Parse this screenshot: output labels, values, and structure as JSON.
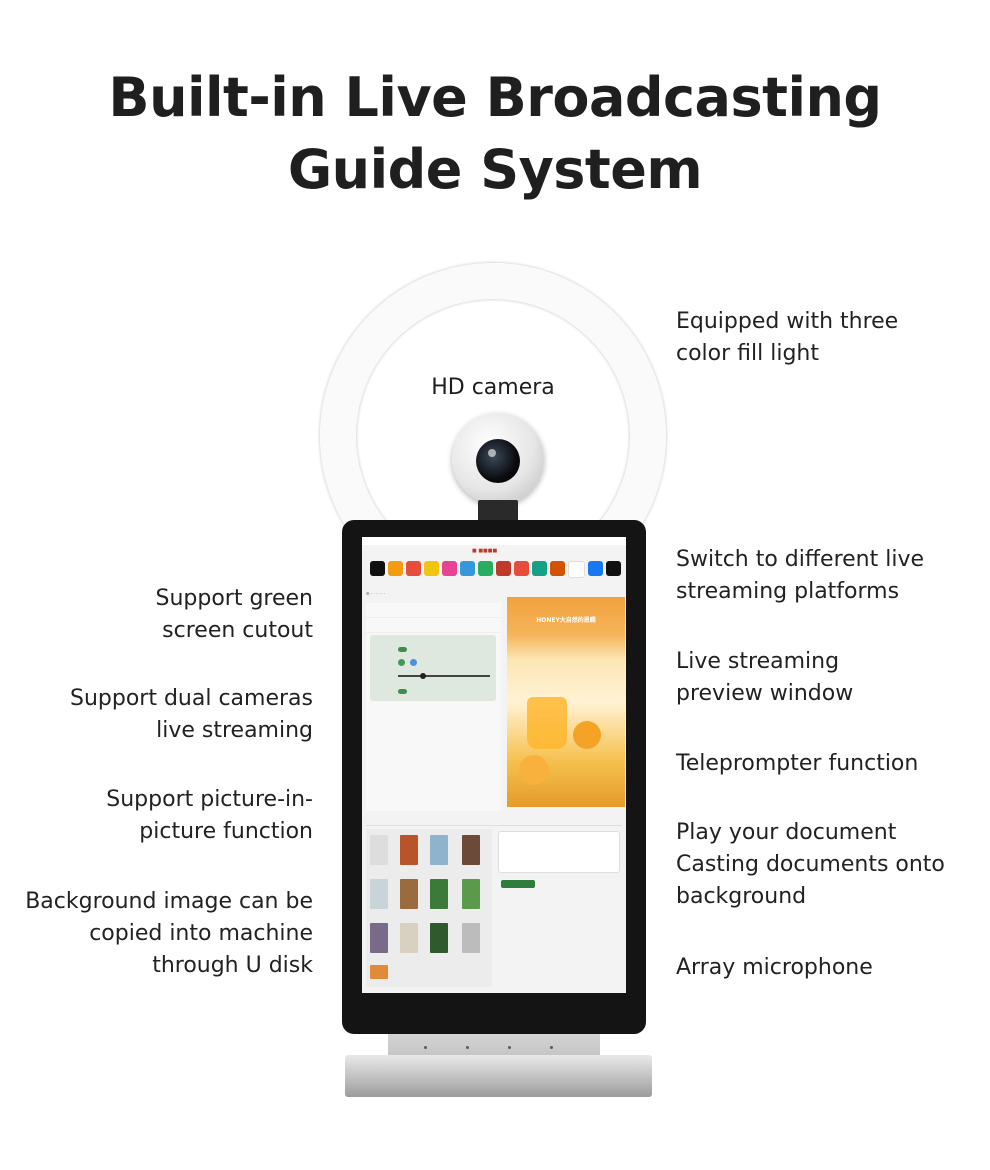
{
  "title": {
    "line1": "Built-in Live Broadcasting",
    "line2": "Guide System"
  },
  "camera_label": "HD camera",
  "features_right": [
    {
      "lines": [
        "Equipped with three",
        "color fill light"
      ]
    },
    {
      "lines": [
        "Switch to different live",
        "streaming platforms"
      ]
    },
    {
      "lines": [
        "Live streaming",
        "preview window"
      ]
    },
    {
      "lines": [
        "Teleprompter function"
      ]
    },
    {
      "lines": [
        "Play your document",
        "Casting documents onto",
        "background"
      ]
    },
    {
      "lines": [
        "Array microphone"
      ]
    }
  ],
  "features_left": [
    {
      "lines": [
        "Support green",
        "screen cutout"
      ]
    },
    {
      "lines": [
        "Support dual cameras",
        "live streaming"
      ]
    },
    {
      "lines": [
        "Support picture-in-",
        "picture function"
      ]
    },
    {
      "lines": [
        "Background image can be",
        "copied into machine",
        "through U disk"
      ]
    }
  ],
  "screen": {
    "preview_title": "HONEY大自然的恩赐"
  }
}
